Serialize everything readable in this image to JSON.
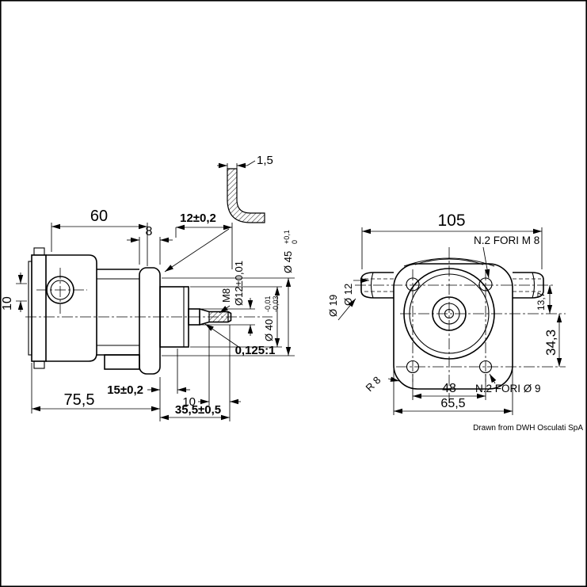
{
  "colors": {
    "background": "#ffffff",
    "ink": "#000000"
  },
  "credit": "Drawn from DWH Osculati SpA",
  "side_view": {
    "bracket_thickness": "1,5",
    "width_60": "60",
    "offset_12": "12±0,2",
    "flange_thickness_8": "8",
    "port_offset_10": "10",
    "thread": "M8",
    "shaft_dia": "Ø12±0,01",
    "hub_dia": "Ø 40",
    "hub_tol_upper": "-0,01",
    "hub_tol_lower": "-0,03",
    "spigot_dia": "Ø 45",
    "spigot_tol_upper": "+0,1",
    "spigot_tol_lower": "0",
    "taper": "0,125:1",
    "depth_15": "15±0,2",
    "thread_len_10": "10",
    "body_len_755": "75,5",
    "shaft_len_355": "35,5±0,5"
  },
  "front_view": {
    "width_105": "105",
    "holes_top_note": "N.2 FORI M 8",
    "holes_bottom_note": "N.2 FORI Ø 9",
    "barb_dia": "Ø 19",
    "barb_bore": "Ø 12",
    "dim_137": "13,7",
    "dim_343": "34,3",
    "corner_radius": "R 8",
    "hole_span_48": "48",
    "flange_width_655": "65,5"
  }
}
